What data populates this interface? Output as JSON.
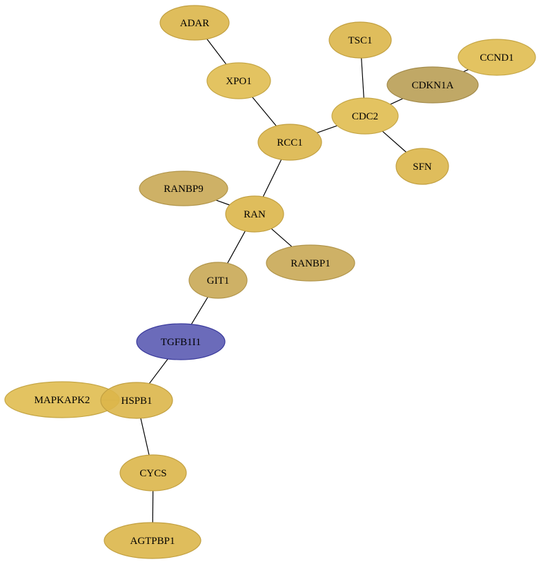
{
  "graph": {
    "colors": {
      "gold": "#dcb64a",
      "gold_light": "#e0bd50",
      "gold_muted": "#c9a955",
      "olive": "#b99e55",
      "blue": "#5b5bb3",
      "blue_stroke": "#3a3a9c"
    },
    "nodes": [
      {
        "id": "ADAR",
        "label": "ADAR",
        "color": "gold"
      },
      {
        "id": "XPO1",
        "label": "XPO1",
        "color": "gold_light"
      },
      {
        "id": "TSC1",
        "label": "TSC1",
        "color": "gold"
      },
      {
        "id": "CCND1",
        "label": "CCND1",
        "color": "gold_light"
      },
      {
        "id": "CDKN1A",
        "label": "CDKN1A",
        "color": "olive"
      },
      {
        "id": "CDC2",
        "label": "CDC2",
        "color": "gold_light"
      },
      {
        "id": "RCC1",
        "label": "RCC1",
        "color": "gold"
      },
      {
        "id": "SFN",
        "label": "SFN",
        "color": "gold"
      },
      {
        "id": "RANBP9",
        "label": "RANBP9",
        "color": "gold_muted"
      },
      {
        "id": "RAN",
        "label": "RAN",
        "color": "gold"
      },
      {
        "id": "RANBP1",
        "label": "RANBP1",
        "color": "gold_muted"
      },
      {
        "id": "GIT1",
        "label": "GIT1",
        "color": "gold_muted"
      },
      {
        "id": "TGFB1I1",
        "label": "TGFB1I1",
        "color": "blue"
      },
      {
        "id": "MAPKAPK2",
        "label": "MAPKAPK2",
        "color": "gold_light"
      },
      {
        "id": "HSPB1",
        "label": "HSPB1",
        "color": "gold"
      },
      {
        "id": "CYCS",
        "label": "CYCS",
        "color": "gold"
      },
      {
        "id": "AGTPBP1",
        "label": "AGTPBP1",
        "color": "gold"
      }
    ],
    "edges": [
      [
        "ADAR",
        "XPO1"
      ],
      [
        "XPO1",
        "RCC1"
      ],
      [
        "TSC1",
        "CDC2"
      ],
      [
        "CCND1",
        "CDKN1A"
      ],
      [
        "CDKN1A",
        "CDC2"
      ],
      [
        "CDC2",
        "RCC1"
      ],
      [
        "CDC2",
        "SFN"
      ],
      [
        "RCC1",
        "RAN"
      ],
      [
        "RANBP9",
        "RAN"
      ],
      [
        "RAN",
        "RANBP1"
      ],
      [
        "RAN",
        "GIT1"
      ],
      [
        "GIT1",
        "TGFB1I1"
      ],
      [
        "TGFB1I1",
        "HSPB1"
      ],
      [
        "MAPKAPK2",
        "HSPB1"
      ],
      [
        "HSPB1",
        "CYCS"
      ],
      [
        "CYCS",
        "AGTPBP1"
      ]
    ]
  }
}
